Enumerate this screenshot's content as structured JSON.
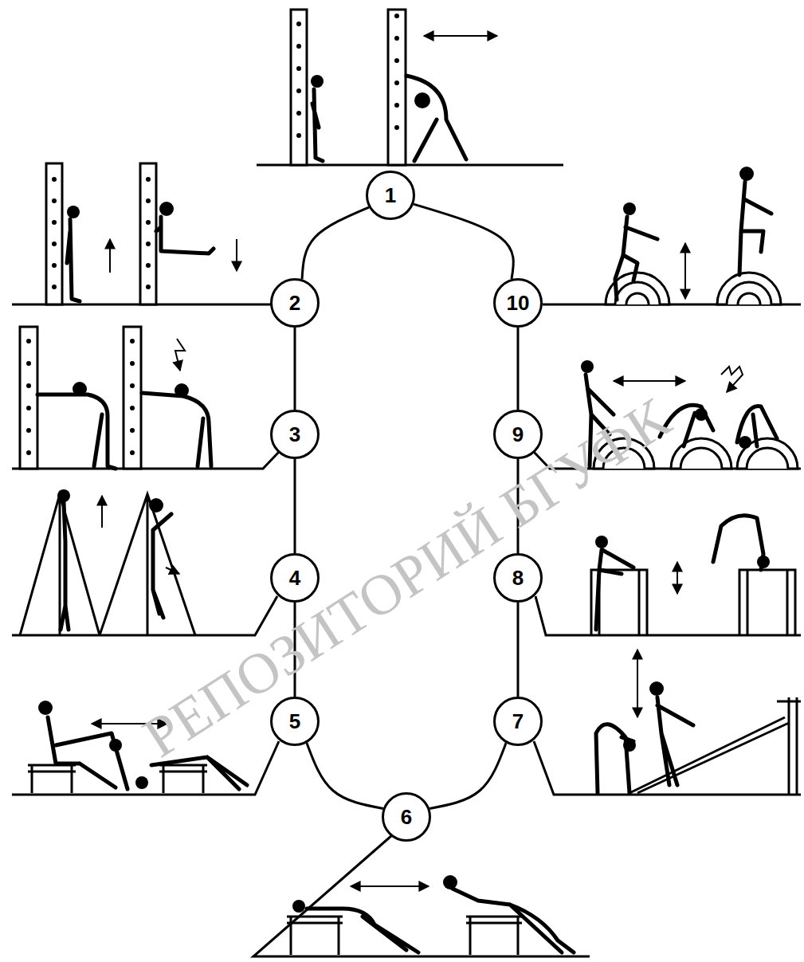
{
  "diagram": {
    "nodes": [
      {
        "text": [
          "1"
        ]
      },
      {
        "text": [
          "2"
        ]
      },
      {
        "text": [
          "3"
        ]
      },
      {
        "text": [
          "4"
        ]
      },
      {
        "text": [
          "5"
        ]
      },
      {
        "text": [
          "6"
        ]
      },
      {
        "text": [
          "7"
        ]
      },
      {
        "text": [
          "8"
        ]
      },
      {
        "text": [
          "9"
        ]
      },
      {
        "text": [
          "10"
        ]
      }
    ],
    "edges": [
      {
        "from": 0,
        "to": 1,
        "arrow": "none"
      },
      {
        "from": 1,
        "to": 2,
        "arrow": "none"
      },
      {
        "from": 2,
        "to": 3,
        "arrow": "none"
      },
      {
        "from": 3,
        "to": 4,
        "arrow": "none"
      },
      {
        "from": 4,
        "to": 5,
        "arrow": "none"
      },
      {
        "from": 5,
        "to": 6,
        "arrow": "none"
      },
      {
        "from": 6,
        "to": 7,
        "arrow": "none"
      },
      {
        "from": 7,
        "to": 8,
        "arrow": "none"
      },
      {
        "from": 8,
        "to": 9,
        "arrow": "none"
      },
      {
        "from": 9,
        "to": 0,
        "arrow": "none"
      }
    ],
    "labels": [
      "РЕПОЗИТОРИЙ БГУФК"
    ]
  }
}
